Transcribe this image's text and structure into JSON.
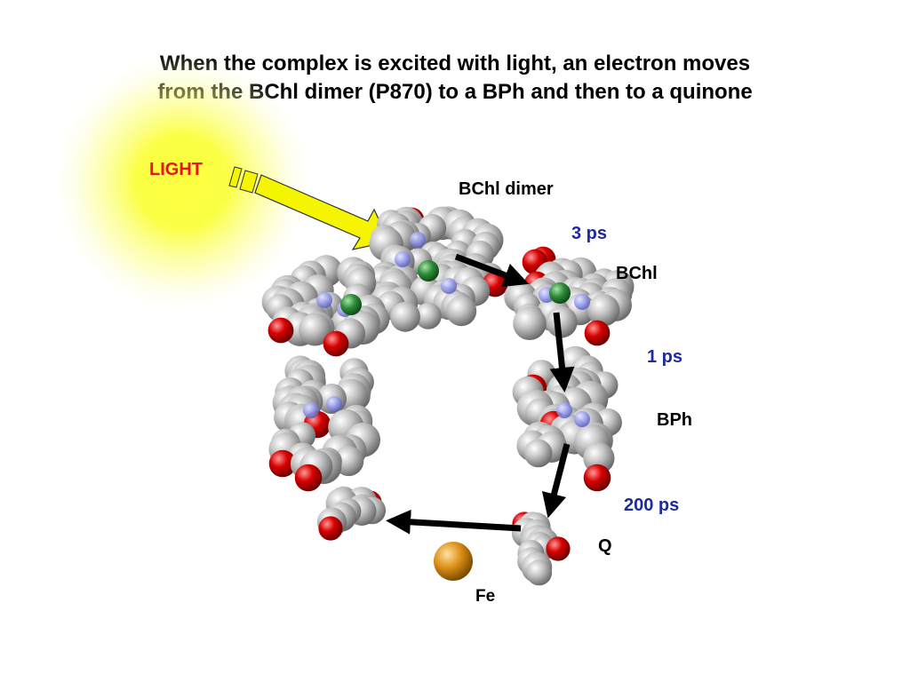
{
  "title": {
    "line1": "When the complex is excited with light, an electron moves",
    "line2": "from the BChl dimer (P870) to a BPh and then to a quinone"
  },
  "labels": {
    "light": "LIGHT",
    "bchl_dimer": "BChl dimer",
    "bchl": "BChl",
    "bph": "BPh",
    "q": "Q",
    "fe": "Fe"
  },
  "times": {
    "dimer_to_bchl": "3 ps",
    "bchl_to_bph": "1 ps",
    "bph_to_q": "200 ps"
  },
  "colors": {
    "light_text": "#e8141b",
    "time_text": "#1f2a9c",
    "label_text": "#000000",
    "light_glow": "#fbff3c",
    "light_arrow": "#f5f500",
    "carbon": "#b4b4b4",
    "oxygen": "#d40000",
    "nitrogen": "#8c94f0",
    "magnesium": "#2c8c38",
    "iron": "#d88c14",
    "electron_arrow": "#000000"
  }
}
